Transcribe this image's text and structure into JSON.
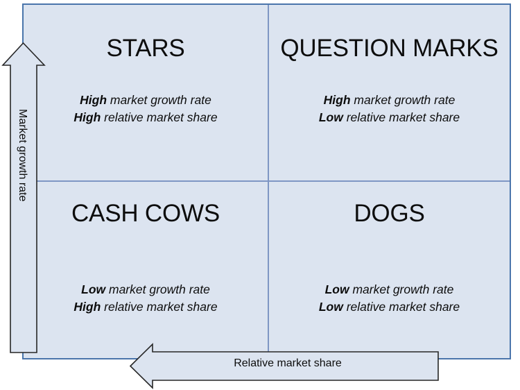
{
  "diagram": {
    "type": "bcg-growth-share-matrix",
    "colors": {
      "quadrant_fill": "#dce4f0",
      "outer_border": "#4a75ab",
      "divider": "#7e96c4",
      "arrow_fill": "#dce4f0",
      "arrow_stroke": "#262626",
      "text": "#0d0d0d"
    }
  },
  "axes": {
    "vertical": {
      "label": "Market growth rate",
      "icon": "up-arrow-icon",
      "direction": "up"
    },
    "horizontal": {
      "label": "Relative market share",
      "icon": "left-arrow-icon",
      "direction": "left"
    }
  },
  "quadrants": [
    {
      "id": "stars",
      "title": "STARS",
      "position": "top-left",
      "lines": [
        {
          "emphasis": "High",
          "rest": " market growth rate"
        },
        {
          "emphasis": "High",
          "rest": " relative market share"
        }
      ]
    },
    {
      "id": "question-marks",
      "title": "QUESTION MARKS",
      "position": "top-right",
      "lines": [
        {
          "emphasis": "High",
          "rest": " market growth rate"
        },
        {
          "emphasis": "Low",
          "rest": " relative market share"
        }
      ]
    },
    {
      "id": "cash-cows",
      "title": "CASH COWS",
      "position": "bottom-left",
      "lines": [
        {
          "emphasis": "Low",
          "rest": " market growth rate"
        },
        {
          "emphasis": "High",
          "rest": " relative market share"
        }
      ]
    },
    {
      "id": "dogs",
      "title": "DOGS",
      "position": "bottom-right",
      "lines": [
        {
          "emphasis": "Low",
          "rest": " market growth rate"
        },
        {
          "emphasis": "Low",
          "rest": " relative market share"
        }
      ]
    }
  ]
}
